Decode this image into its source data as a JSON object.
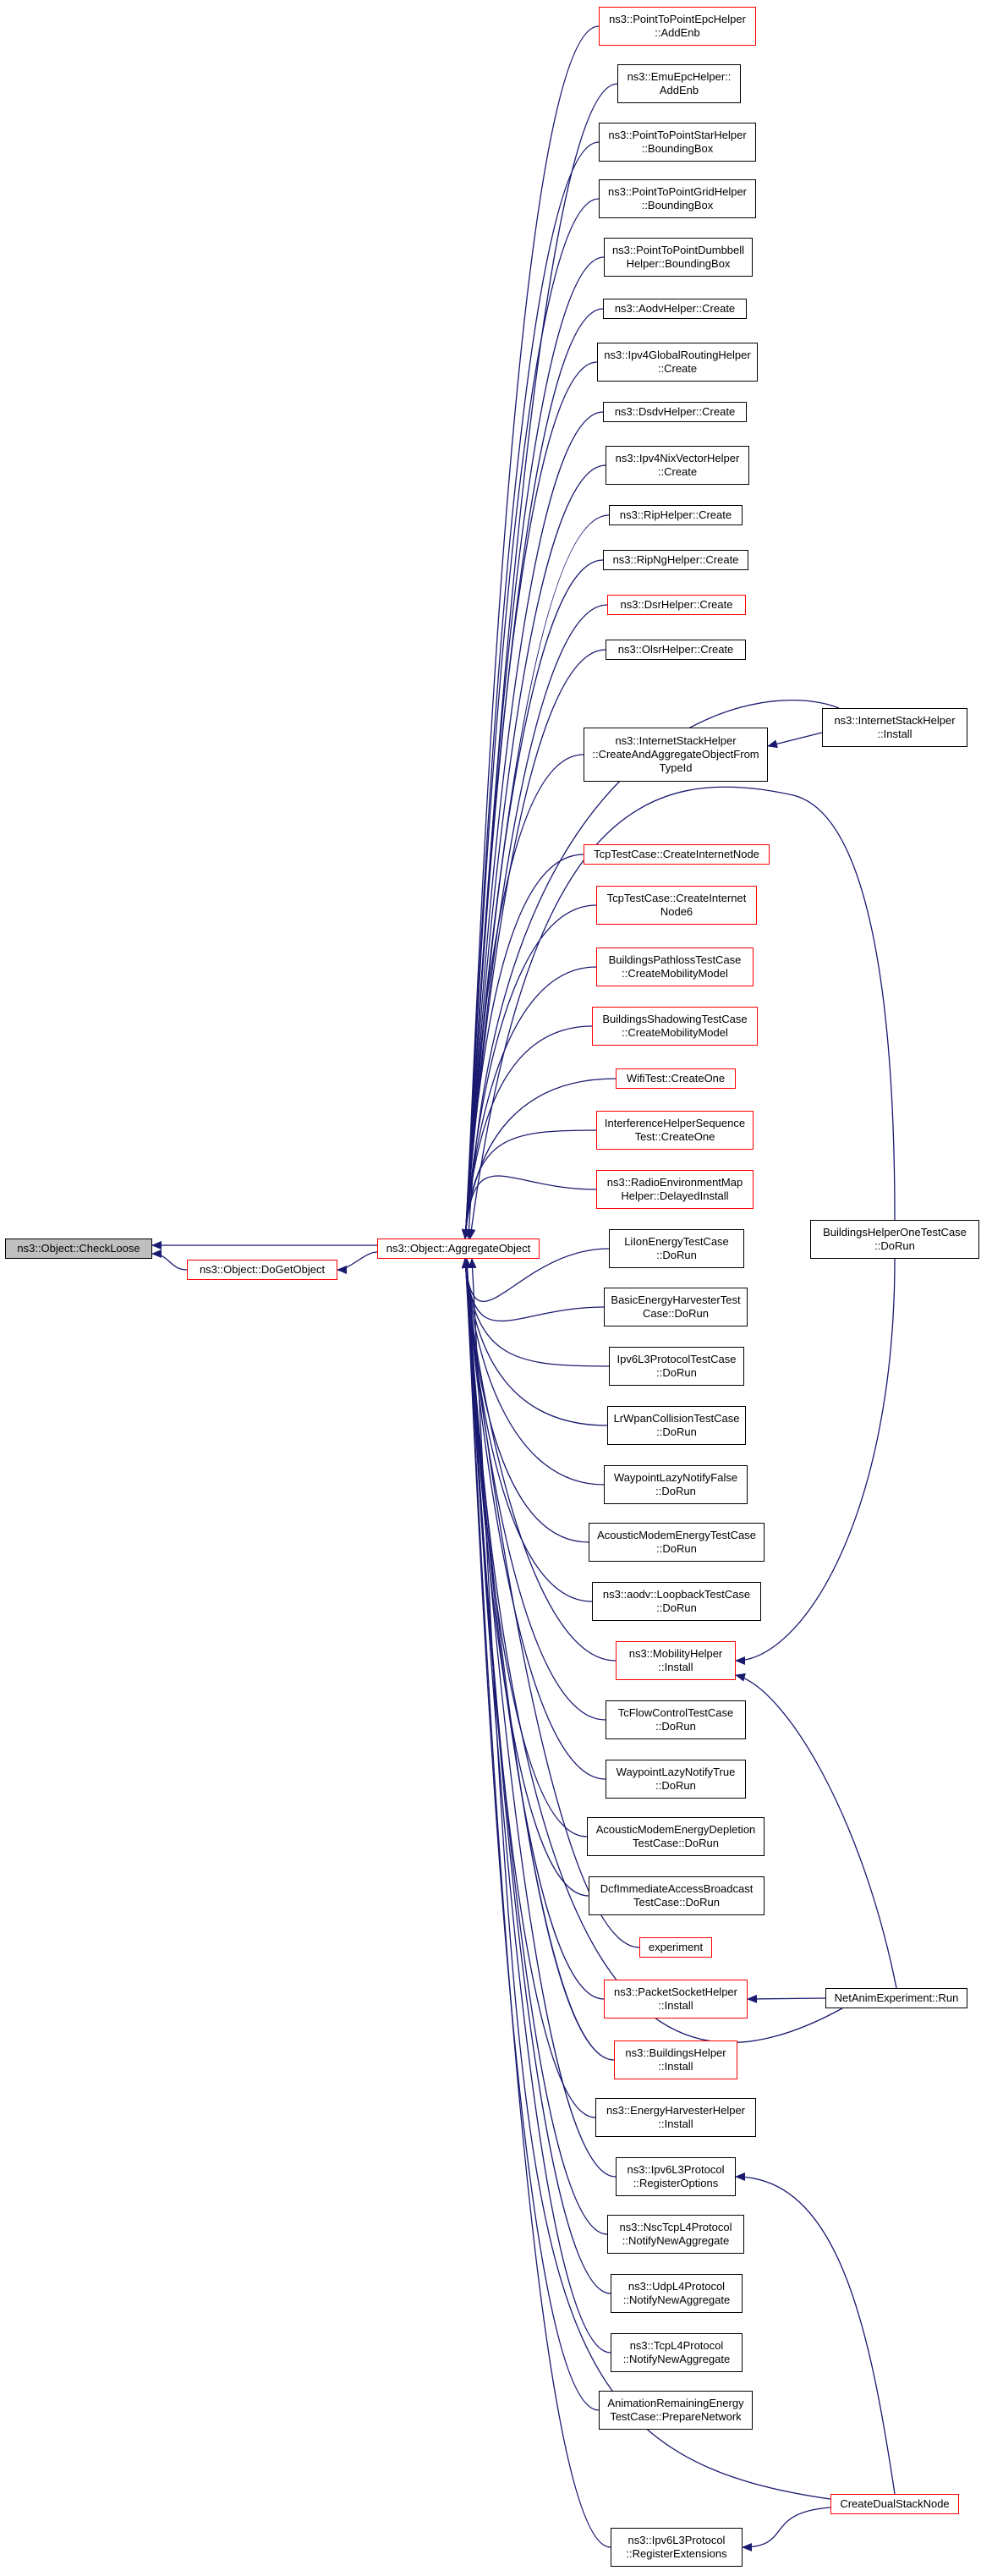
{
  "colors": {
    "edge": "#191970",
    "node_border": "#000000",
    "highlight_border": "#ff0000",
    "root_fill": "#bfbfbf"
  },
  "nodes": [
    {
      "id": "checkloose",
      "label": "ns3::Object::CheckLoose",
      "style": "root"
    },
    {
      "id": "dogetobject",
      "label": "ns3::Object::DoGetObject",
      "style": "red"
    },
    {
      "id": "aggregate",
      "label": "ns3::Object::AggregateObject",
      "style": "red"
    },
    {
      "id": "n_p2pepc",
      "label": "ns3::PointToPointEpcHelper\n::AddEnb",
      "style": "red"
    },
    {
      "id": "n_emuepc",
      "label": "ns3::EmuEpcHelper::\nAddEnb",
      "style": "black"
    },
    {
      "id": "n_star",
      "label": "ns3::PointToPointStarHelper\n::BoundingBox",
      "style": "black"
    },
    {
      "id": "n_grid",
      "label": "ns3::PointToPointGridHelper\n::BoundingBox",
      "style": "black"
    },
    {
      "id": "n_dumbbell",
      "label": "ns3::PointToPointDumbbell\nHelper::BoundingBox",
      "style": "black"
    },
    {
      "id": "n_aodv",
      "label": "ns3::AodvHelper::Create",
      "style": "black"
    },
    {
      "id": "n_ipv4global",
      "label": "ns3::Ipv4GlobalRoutingHelper\n::Create",
      "style": "black"
    },
    {
      "id": "n_dsdv",
      "label": "ns3::DsdvHelper::Create",
      "style": "black"
    },
    {
      "id": "n_ipv4nix",
      "label": "ns3::Ipv4NixVectorHelper\n::Create",
      "style": "black"
    },
    {
      "id": "n_rip",
      "label": "ns3::RipHelper::Create",
      "style": "black"
    },
    {
      "id": "n_ripng",
      "label": "ns3::RipNgHelper::Create",
      "style": "black"
    },
    {
      "id": "n_dsr",
      "label": "ns3::DsrHelper::Create",
      "style": "red"
    },
    {
      "id": "n_olsr",
      "label": "ns3::OlsrHelper::Create",
      "style": "black"
    },
    {
      "id": "n_iscreate",
      "label": "ns3::InternetStackHelper\n::CreateAndAggregateObjectFrom\nTypeId",
      "style": "black"
    },
    {
      "id": "n_tcpnode",
      "label": "TcpTestCase::CreateInternetNode",
      "style": "red"
    },
    {
      "id": "n_tcpnode6",
      "label": "TcpTestCase::CreateInternet\nNode6",
      "style": "red"
    },
    {
      "id": "n_bpathloss",
      "label": "BuildingsPathlossTestCase\n::CreateMobilityModel",
      "style": "red"
    },
    {
      "id": "n_bshadow",
      "label": "BuildingsShadowingTestCase\n::CreateMobilityModel",
      "style": "red"
    },
    {
      "id": "n_wifitest",
      "label": "WifiTest::CreateOne",
      "style": "red"
    },
    {
      "id": "n_interf",
      "label": "InterferenceHelperSequence\nTest::CreateOne",
      "style": "red"
    },
    {
      "id": "n_radioenv",
      "label": "ns3::RadioEnvironmentMap\nHelper::DelayedInstall",
      "style": "red"
    },
    {
      "id": "n_liion",
      "label": "LiIonEnergyTestCase\n::DoRun",
      "style": "black"
    },
    {
      "id": "n_basicenergy",
      "label": "BasicEnergyHarvesterTest\nCase::DoRun",
      "style": "black"
    },
    {
      "id": "n_ipv6l3test",
      "label": "Ipv6L3ProtocolTestCase\n::DoRun",
      "style": "black"
    },
    {
      "id": "n_lrwpan",
      "label": "LrWpanCollisionTestCase\n::DoRun",
      "style": "black"
    },
    {
      "id": "n_waypointfalse",
      "label": "WaypointLazyNotifyFalse\n::DoRun",
      "style": "black"
    },
    {
      "id": "n_acoustic",
      "label": "AcousticModemEnergyTestCase\n::DoRun",
      "style": "black"
    },
    {
      "id": "n_aodvloop",
      "label": "ns3::aodv::LoopbackTestCase\n::DoRun",
      "style": "black"
    },
    {
      "id": "n_mobility",
      "label": "ns3::MobilityHelper\n::Install",
      "style": "red"
    },
    {
      "id": "n_tcflow",
      "label": "TcFlowControlTestCase\n::DoRun",
      "style": "black"
    },
    {
      "id": "n_waypointtrue",
      "label": "WaypointLazyNotifyTrue\n::DoRun",
      "style": "black"
    },
    {
      "id": "n_acousticdep",
      "label": "AcousticModemEnergyDepletion\nTestCase::DoRun",
      "style": "black"
    },
    {
      "id": "n_dcf",
      "label": "DcfImmediateAccessBroadcast\nTestCase::DoRun",
      "style": "black"
    },
    {
      "id": "n_experiment",
      "label": "experiment",
      "style": "red"
    },
    {
      "id": "n_packetsocket",
      "label": "ns3::PacketSocketHelper\n::Install",
      "style": "red"
    },
    {
      "id": "n_buildings",
      "label": "ns3::BuildingsHelper\n::Install",
      "style": "red"
    },
    {
      "id": "n_energyharv",
      "label": "ns3::EnergyHarvesterHelper\n::Install",
      "style": "black"
    },
    {
      "id": "n_ipv6regopt",
      "label": "ns3::Ipv6L3Protocol\n::RegisterOptions",
      "style": "black"
    },
    {
      "id": "n_nsctcp",
      "label": "ns3::NscTcpL4Protocol\n::NotifyNewAggregate",
      "style": "black"
    },
    {
      "id": "n_udp",
      "label": "ns3::UdpL4Protocol\n::NotifyNewAggregate",
      "style": "black"
    },
    {
      "id": "n_tcp",
      "label": "ns3::TcpL4Protocol\n::NotifyNewAggregate",
      "style": "black"
    },
    {
      "id": "n_animrem",
      "label": "AnimationRemainingEnergy\nTestCase::PrepareNetwork",
      "style": "black"
    },
    {
      "id": "n_ipv6regext",
      "label": "ns3::Ipv6L3Protocol\n::RegisterExtensions",
      "style": "black"
    },
    {
      "id": "r_isinstall",
      "label": "ns3::InternetStackHelper\n::Install",
      "style": "black"
    },
    {
      "id": "r_buildingsone",
      "label": "BuildingsHelperOneTestCase\n::DoRun",
      "style": "black"
    },
    {
      "id": "r_netanim",
      "label": "NetAnimExperiment::Run",
      "style": "black"
    },
    {
      "id": "r_dualstack",
      "label": "CreateDualStackNode",
      "style": "red"
    }
  ]
}
